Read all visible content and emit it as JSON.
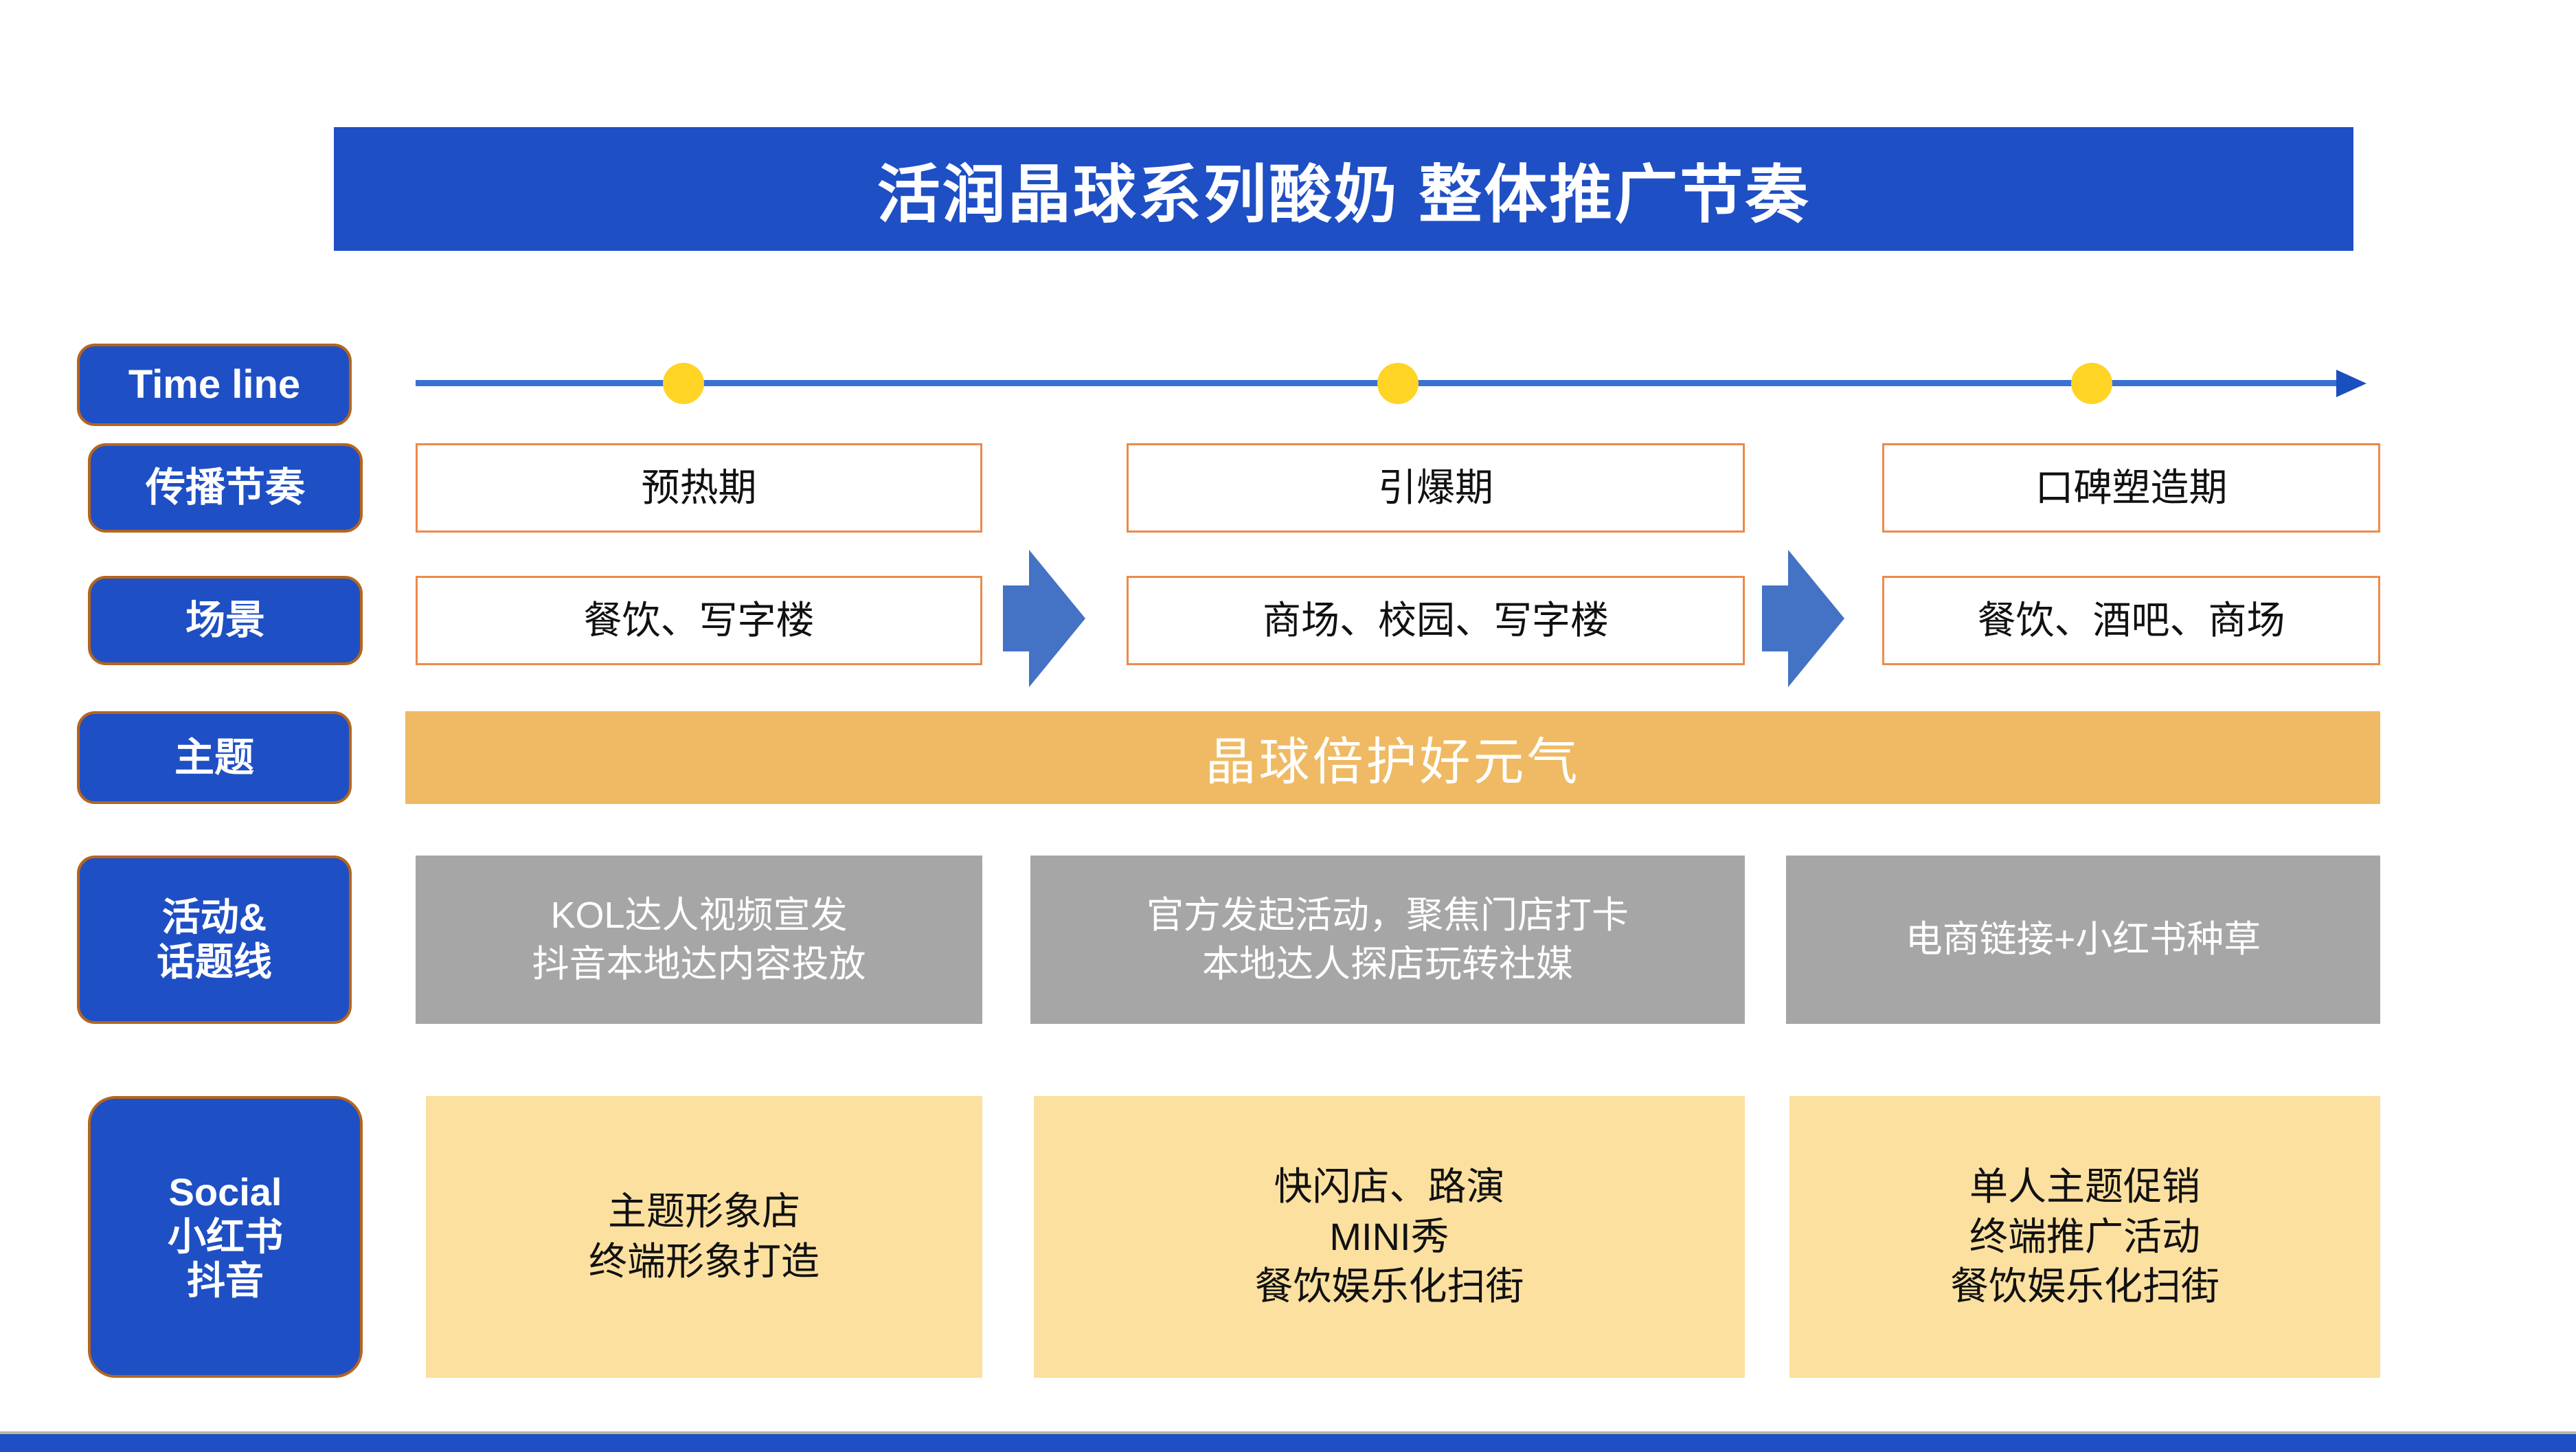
{
  "title": {
    "text": "活润晶球系列酸奶 整体推广节奏",
    "banner_color": "#1F4FC4"
  },
  "colors": {
    "brand_blue": "#1F4FC4",
    "pill_border": "#B5651D",
    "outline_orange": "#ED8A4B",
    "theme_band": "#EFBA63",
    "gray_box": "#A6A6A6",
    "yellow_box": "#FBE0A0",
    "timeline_dot": "#FFD425",
    "timeline_axis": "#3A72D4"
  },
  "row_labels": {
    "timeline": "Time line",
    "rhythm": "传播节奏",
    "scene": "场景",
    "theme": "主题",
    "activity_line1": "活动&",
    "activity_line2": "话题线",
    "social_line1": "Social",
    "social_line2": "小红书",
    "social_line3": "抖音"
  },
  "timeline": {
    "milestone_count": 3,
    "direction": "left-to-right",
    "arrow_icon": "arrow-right-icon"
  },
  "phases": [
    {
      "rhythm": "预热期",
      "scene": "餐饮、写字楼",
      "activity_line1": "KOL达人视频宣发",
      "activity_line2": "抖音本地达内容投放",
      "social_line1": "主题形象店",
      "social_line2": "终端形象打造",
      "social_line3": ""
    },
    {
      "rhythm": "引爆期",
      "scene": "商场、校园、写字楼",
      "activity_line1": "官方发起活动，聚焦门店打卡",
      "activity_line2": "本地达人探店玩转社媒",
      "social_line1": "快闪店、路演",
      "social_line2": "MINI秀",
      "social_line3": "餐饮娱乐化扫街"
    },
    {
      "rhythm": "口碑塑造期",
      "scene": "餐饮、酒吧、商场",
      "activity_line1": "电商链接+小红书种草",
      "activity_line2": "",
      "social_line1": "单人主题促销",
      "social_line2": "终端推广活动",
      "social_line3": "餐饮娱乐化扫街"
    }
  ],
  "theme": {
    "text": "晶球倍护好元气"
  },
  "connectors": [
    {
      "icon": "arrow-right-block-icon"
    },
    {
      "icon": "arrow-right-block-icon"
    }
  ]
}
